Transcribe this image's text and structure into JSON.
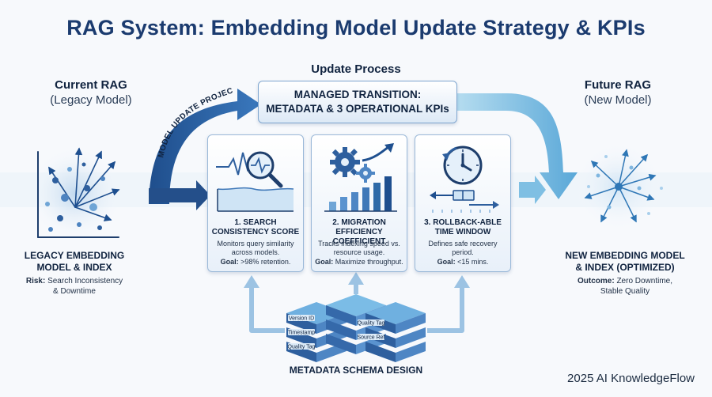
{
  "title": "RAG System: Embedding Model Update Strategy & KPIs",
  "process_title": "Update Process",
  "current": {
    "heading": "Current RAG",
    "subheading": "(Legacy Model)",
    "label_line1": "LEGACY EMBEDDING",
    "label_line2": "MODEL & INDEX",
    "risk_label": "Risk:",
    "risk_line1": "Search Inconsistency",
    "risk_line2": "& Downtime"
  },
  "future": {
    "heading": "Future RAG",
    "subheading": "(New Model)",
    "label_line1": "NEW EMBEDDING MODEL",
    "label_line2": "& INDEX (OPTIMIZED)",
    "outcome_label": "Outcome:",
    "outcome_line1": "Zero Downtime,",
    "outcome_line2": "Stable Quality"
  },
  "curve_label": "MODEL UPDATE PROJECT",
  "managed": {
    "line1": "MANAGED TRANSITION:",
    "line2": "METADATA & 3 OPERATIONAL KPIs"
  },
  "kpis": [
    {
      "title_line1": "1. SEARCH",
      "title_line2": "CONSISTENCY SCORE",
      "desc_line1": "Monitors query similarity",
      "desc_line2": "across models.",
      "goal_label": "Goal:",
      "goal_value": ">98% retention."
    },
    {
      "title_line1": "2. MIGRATION",
      "title_line2": "EFFICIENCY COEFFICIENT",
      "desc_line1": "Tracks indexing speed vs.",
      "desc_line2": "resource usage.",
      "goal_label": "Goal:",
      "goal_value": "Maximize throughput."
    },
    {
      "title_line1": "3. ROLLBACK-ABLE",
      "title_line2": "TIME WINDOW",
      "desc_line1": "Defines safe recovery",
      "desc_line2": "period.",
      "goal_label": "Goal:",
      "goal_value": "<15 mins."
    }
  ],
  "metadata": {
    "label": "METADATA SCHEMA DESIGN",
    "tags": [
      "Version ID",
      "Timestamp",
      "Quality Tag",
      "Source Ref"
    ]
  },
  "credit": "2025 AI KnowledgeFlow",
  "colors": {
    "primary": "#1b3b6f",
    "arrow_dark": "#1e4f8f",
    "arrow_light": "#8fcbe8",
    "card_border": "#9ab8d8"
  }
}
